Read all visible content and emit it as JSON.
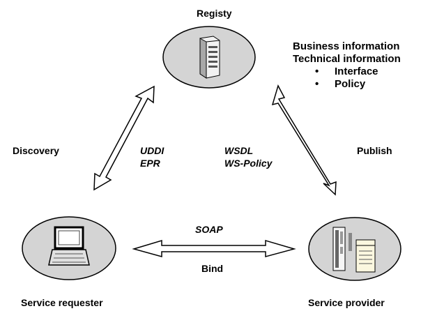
{
  "registry": {
    "title": "Registy"
  },
  "info": {
    "line1": "Business information",
    "line2": "Technical information",
    "bullets": [
      "Interface",
      "Policy"
    ]
  },
  "links": {
    "discovery": "Discovery",
    "uddi": "UDDI",
    "epr": "EPR",
    "wsdl": "WSDL",
    "ws_policy": "WS-Policy",
    "publish": "Publish",
    "soap": "SOAP",
    "bind": "Bind"
  },
  "nodes": {
    "requester": "Service requester",
    "provider": "Service provider"
  },
  "colors": {
    "node_fill": "#d4d4d4",
    "stroke": "#000000"
  }
}
